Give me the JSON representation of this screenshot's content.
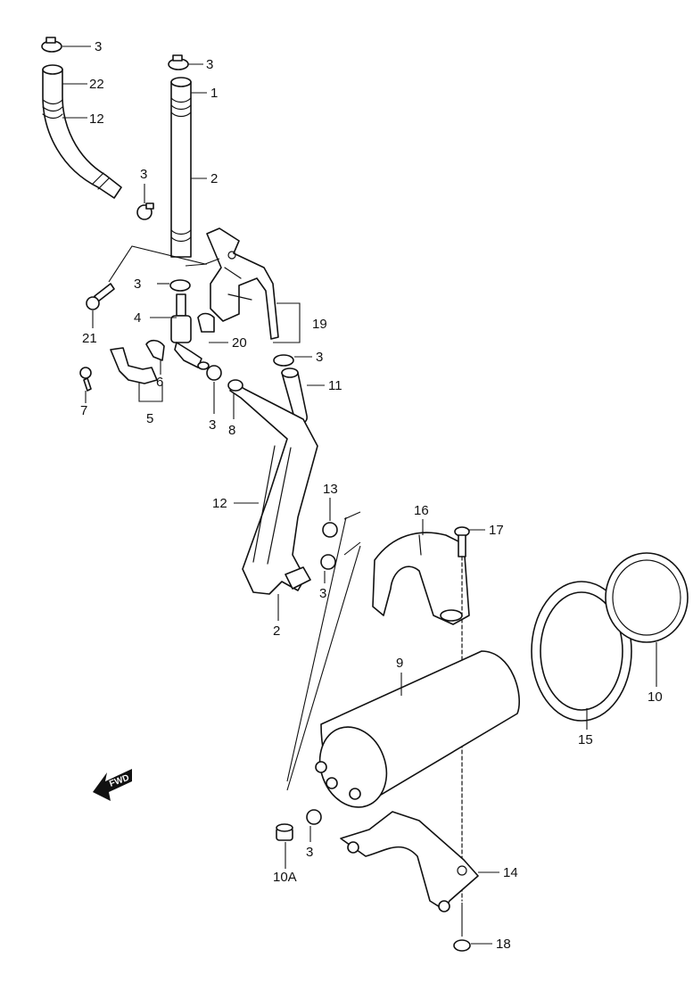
{
  "callouts": [
    {
      "id": "c1",
      "text": "3"
    },
    {
      "id": "c2",
      "text": "22"
    },
    {
      "id": "c3",
      "text": "12"
    },
    {
      "id": "c4",
      "text": "3"
    },
    {
      "id": "c5",
      "text": "1"
    },
    {
      "id": "c6",
      "text": "2"
    },
    {
      "id": "c7",
      "text": "3"
    },
    {
      "id": "c8",
      "text": "3"
    },
    {
      "id": "c9",
      "text": "4"
    },
    {
      "id": "c10",
      "text": "19"
    },
    {
      "id": "c11",
      "text": "20"
    },
    {
      "id": "c12",
      "text": "21"
    },
    {
      "id": "c13",
      "text": "3"
    },
    {
      "id": "c14",
      "text": "11"
    },
    {
      "id": "c15",
      "text": "6"
    },
    {
      "id": "c16",
      "text": "7"
    },
    {
      "id": "c17",
      "text": "5"
    },
    {
      "id": "c18",
      "text": "3"
    },
    {
      "id": "c19",
      "text": "8"
    },
    {
      "id": "c20",
      "text": "12"
    },
    {
      "id": "c21",
      "text": "13"
    },
    {
      "id": "c22",
      "text": "16"
    },
    {
      "id": "c23",
      "text": "17"
    },
    {
      "id": "c24",
      "text": "3"
    },
    {
      "id": "c25",
      "text": "2"
    },
    {
      "id": "c26",
      "text": "9"
    },
    {
      "id": "c27",
      "text": "10"
    },
    {
      "id": "c28",
      "text": "15"
    },
    {
      "id": "c29",
      "text": "3"
    },
    {
      "id": "c30",
      "text": "10A"
    },
    {
      "id": "c31",
      "text": "14"
    },
    {
      "id": "c32",
      "text": "18"
    }
  ],
  "fwd_label": "FWD"
}
